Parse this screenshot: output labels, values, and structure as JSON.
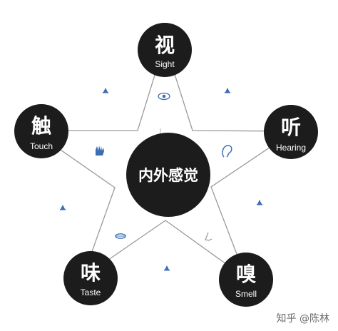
{
  "center": {
    "label": "内外感觉"
  },
  "senses": [
    {
      "id": "sight",
      "cn": "视",
      "en": "Sight"
    },
    {
      "id": "hearing",
      "cn": "听",
      "en": "Hearing"
    },
    {
      "id": "smell",
      "cn": "嗅",
      "en": "Smell"
    },
    {
      "id": "taste",
      "cn": "味",
      "en": "Taste"
    },
    {
      "id": "touch",
      "cn": "触",
      "en": "Touch"
    }
  ],
  "icons": [
    "eye-icon",
    "ear-icon",
    "nose-icon",
    "mouth-icon",
    "hand-icon",
    "bell-icon"
  ],
  "colors": {
    "node": "#1c1c1c",
    "line": "#9a9a9a",
    "accent": "#3a6fb5"
  },
  "watermark": "知乎 @陈林"
}
